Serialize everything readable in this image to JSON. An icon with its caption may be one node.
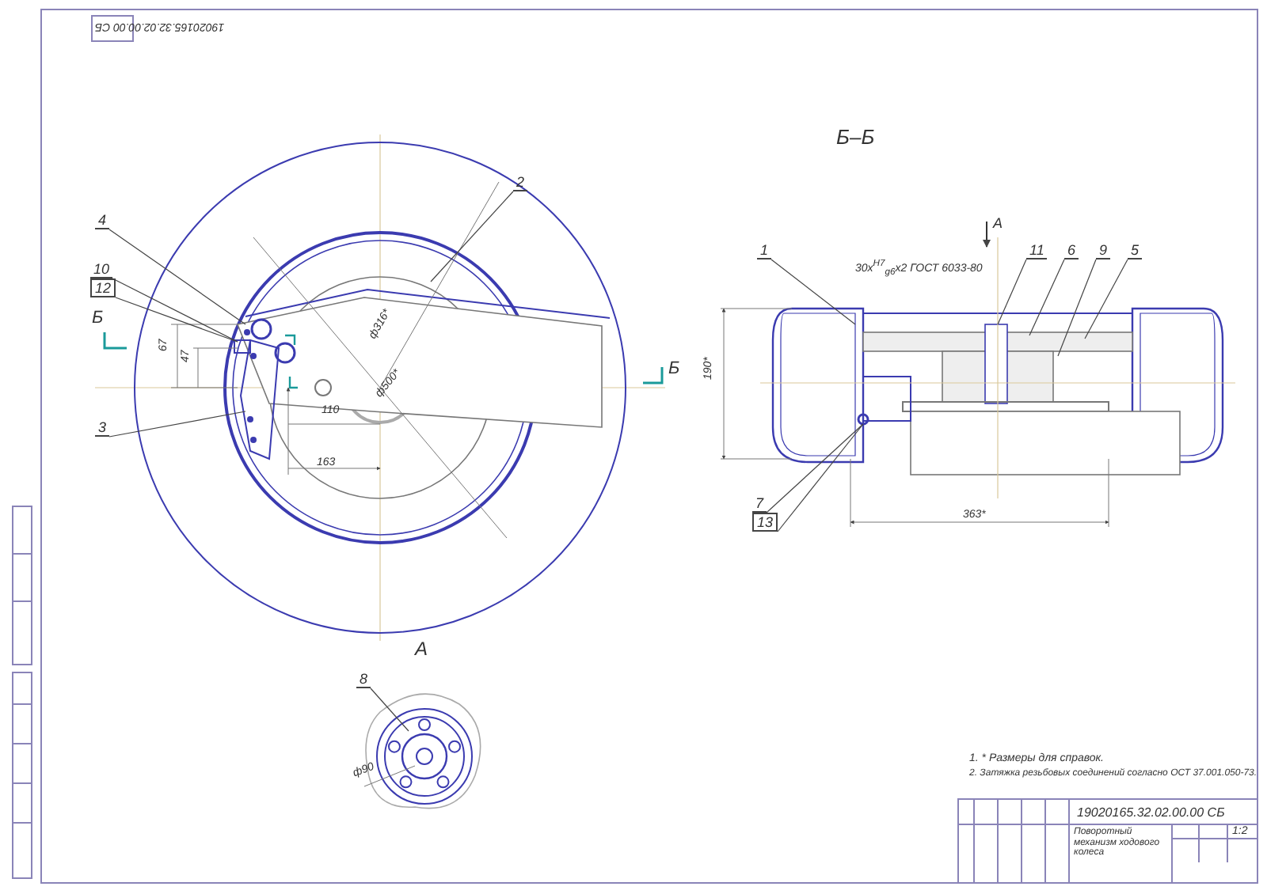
{
  "diagram": {
    "nodes": [
      {
        "text": [
          "4"
        ]
      },
      {
        "text": [
          "2"
        ]
      },
      {
        "text": [
          "10"
        ]
      },
      {
        "text": [
          "12"
        ]
      },
      {
        "text": [
          "3"
        ]
      },
      {
        "text": [
          "1"
        ]
      },
      {
        "text": [
          "11"
        ]
      },
      {
        "text": [
          "6"
        ]
      },
      {
        "text": [
          "9"
        ]
      },
      {
        "text": [
          "5"
        ]
      },
      {
        "text": [
          "7"
        ]
      },
      {
        "text": [
          "13"
        ]
      },
      {
        "text": [
          "8"
        ]
      }
    ],
    "edges": [
      {
        "from": 0,
        "to": null,
        "arrow": "none"
      },
      {
        "from": 1,
        "to": null,
        "arrow": "none"
      },
      {
        "from": 2,
        "to": null,
        "arrow": "none"
      },
      {
        "from": 3,
        "to": null,
        "arrow": "none"
      },
      {
        "from": 4,
        "to": null,
        "arrow": "none"
      },
      {
        "from": 5,
        "to": null,
        "arrow": "none"
      },
      {
        "from": 6,
        "to": null,
        "arrow": "none"
      },
      {
        "from": 7,
        "to": null,
        "arrow": "none"
      },
      {
        "from": 8,
        "to": null,
        "arrow": "none"
      },
      {
        "from": 9,
        "to": null,
        "arrow": "none"
      },
      {
        "from": 10,
        "to": null,
        "arrow": "none"
      },
      {
        "from": 11,
        "to": null,
        "arrow": "none"
      },
      {
        "from": 12,
        "to": null,
        "arrow": "none"
      }
    ],
    "labels": [
      "Б–Б",
      "А",
      "Б",
      "Б",
      "67",
      "47",
      "110",
      "163",
      "ф316*",
      "ф500*",
      "30x$^{H7}$$_{g6}$x2 ГОСТ 6033-80",
      "190*",
      "363*",
      "А",
      "ф90",
      "1. * Размеры для справок.",
      "2. Затяжка резьбовых соединений согласно ОСТ 37.001.050-73.",
      "19020165.32.02.00.00 СБ",
      "Поворотный механизм ходового колеса",
      "1:2",
      "19020165.32.02.00.00 СБ"
    ]
  }
}
